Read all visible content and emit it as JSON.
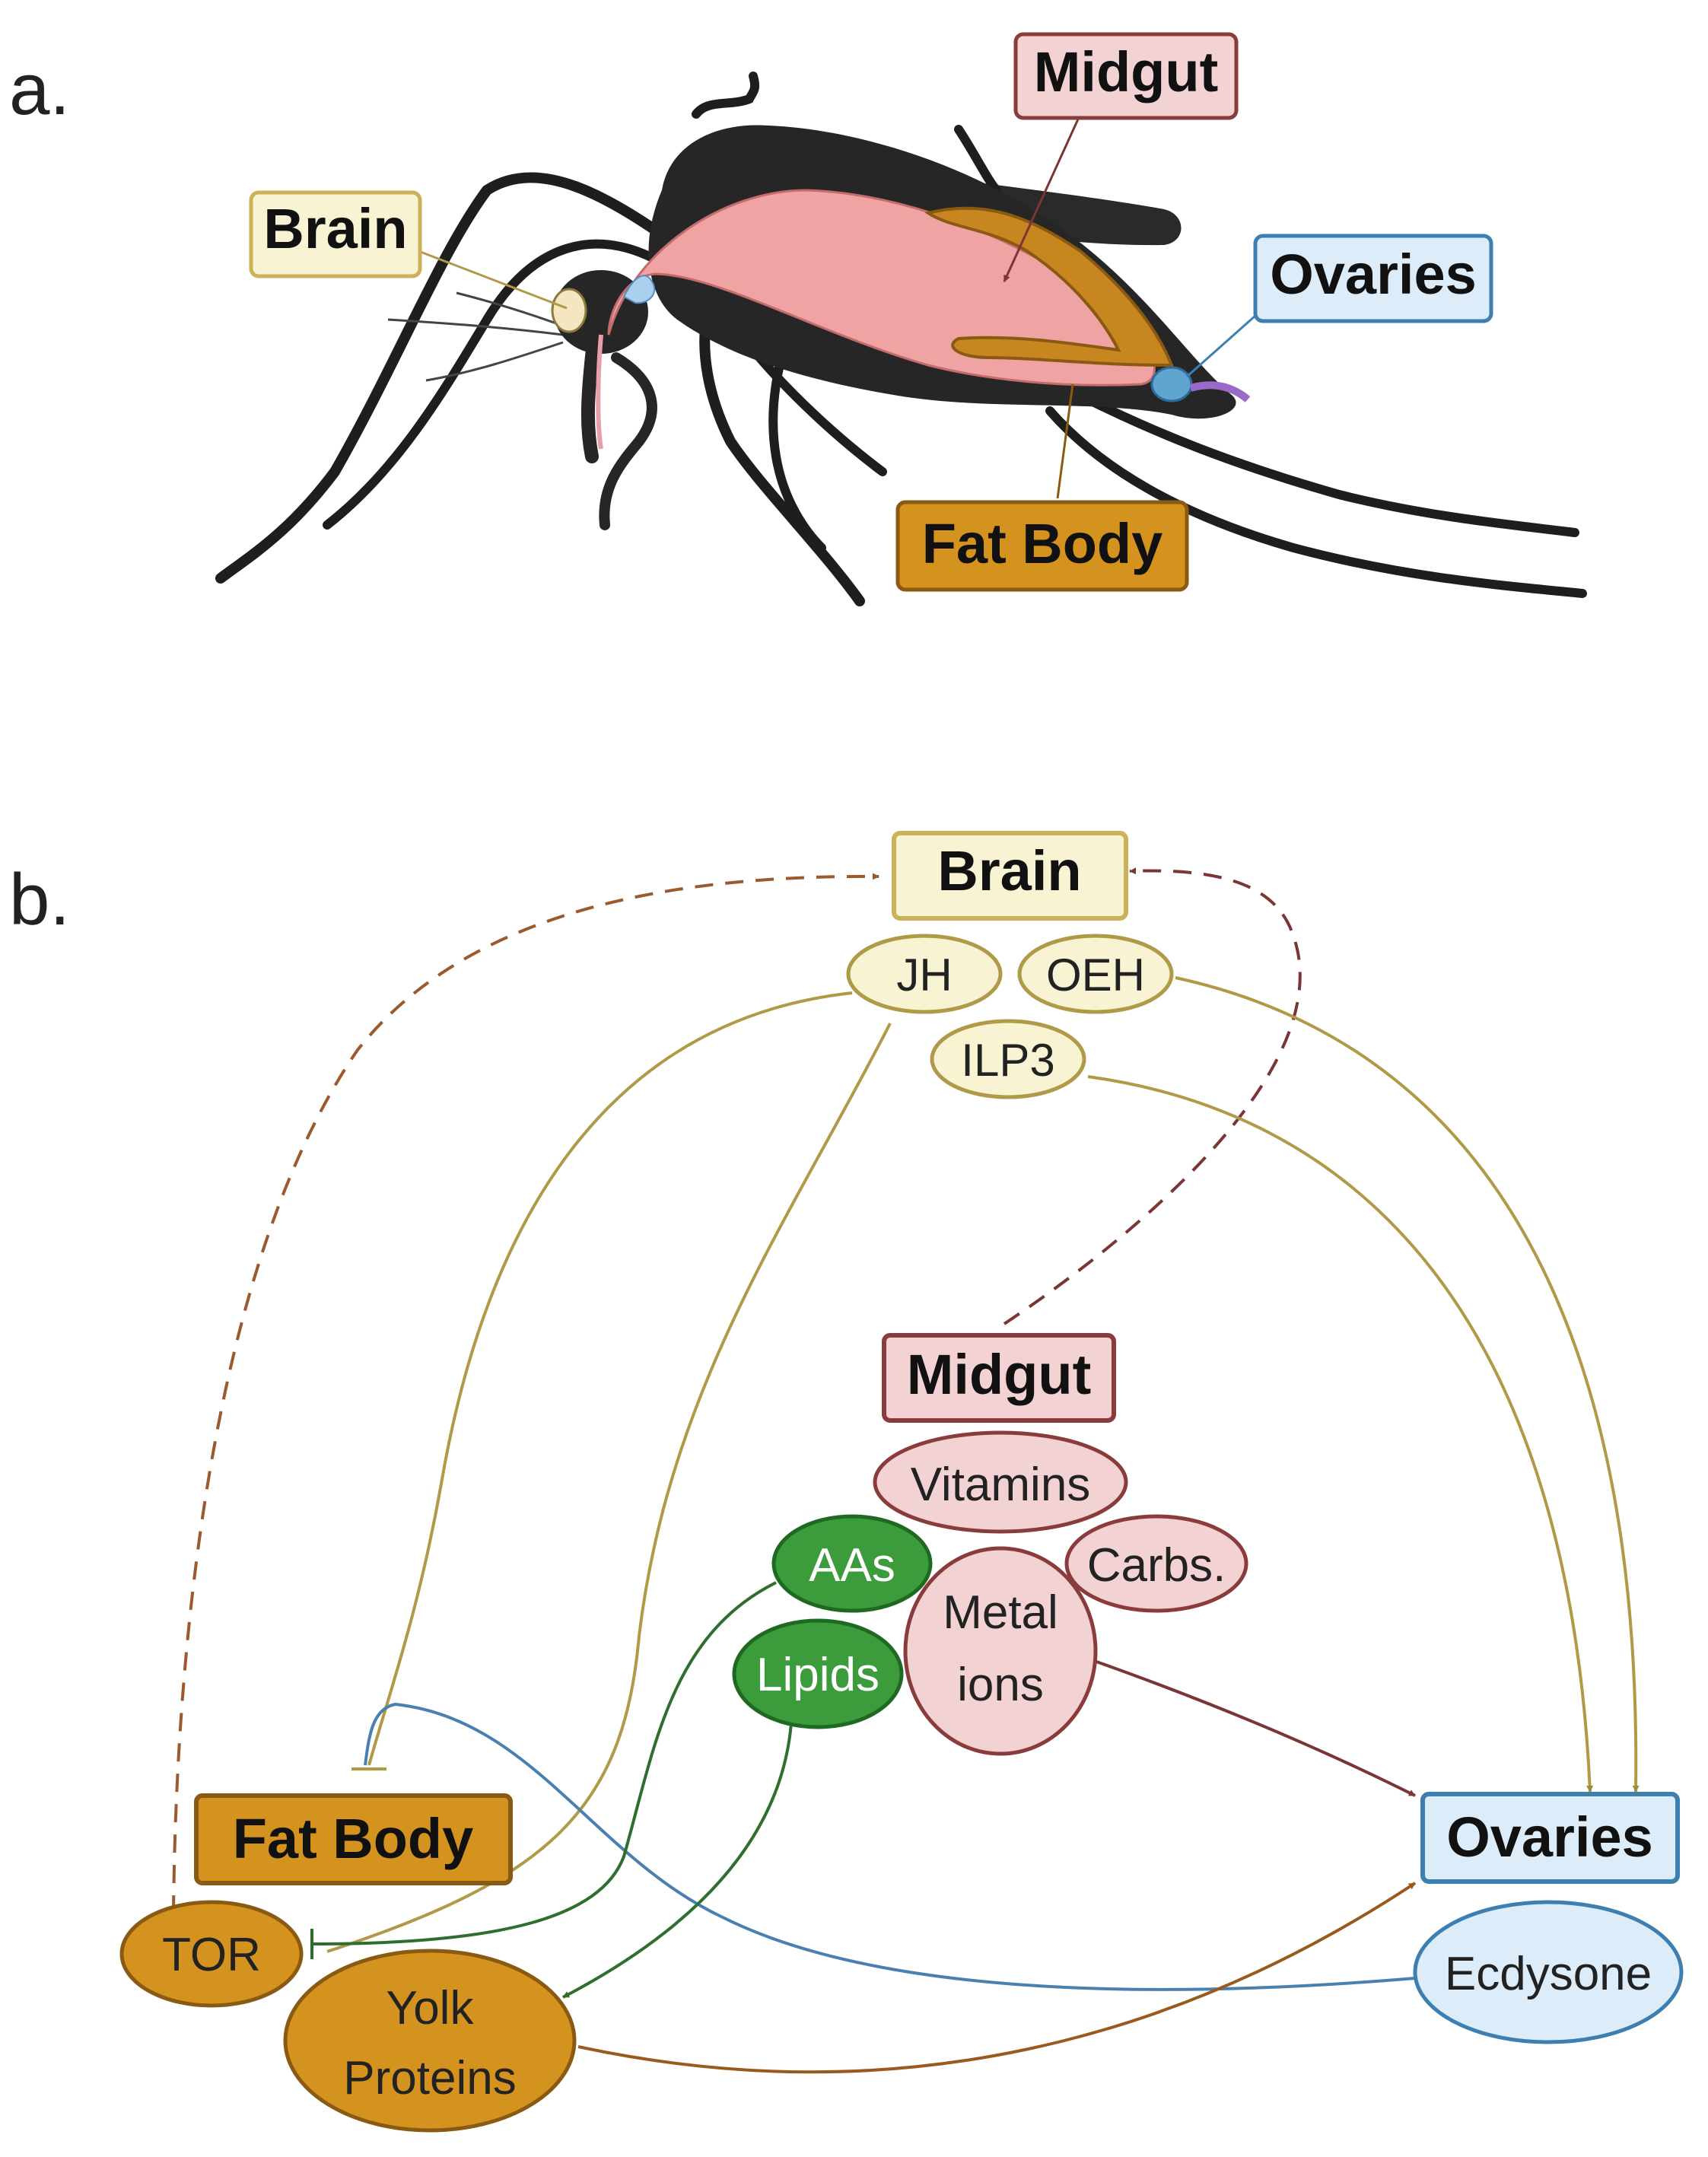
{
  "panel_a": {
    "letter": "a.",
    "labels": {
      "brain": "Brain",
      "midgut": "Midgut",
      "ovaries": "Ovaries",
      "fat_body": "Fat Body"
    }
  },
  "panel_b": {
    "letter": "b.",
    "nodes": {
      "brain": "Brain",
      "jh": "JH",
      "oeh": "OEH",
      "ilp3": "ILP3",
      "midgut": "Midgut",
      "vitamins": "Vitamins",
      "carbs": "Carbs.",
      "aas": "AAs",
      "metal_ions_1": "Metal",
      "metal_ions_2": "ions",
      "lipids": "Lipids",
      "fat_body": "Fat Body",
      "tor": "TOR",
      "yolk_proteins_1": "Yolk",
      "yolk_proteins_2": "Proteins",
      "ovaries": "Ovaries",
      "ecdysone": "Ecdysone"
    }
  },
  "colors": {
    "brain_fill": "#f7f3d3",
    "brain_stroke": "#c9b25a",
    "midgut_fill": "#f2d2d2",
    "midgut_stroke": "#8a3c3c",
    "ovaries_fill": "#dcecf8",
    "ovaries_stroke": "#3d7fb0",
    "fatbody_fill": "#d4931f",
    "fatbody_stroke": "#8a5a12",
    "green_fill": "#3c9c3c",
    "green_stroke": "#1f6a22",
    "brain_line": "#b09a48",
    "midgut_line": "#7a3535",
    "ovary_line": "#4a80b0",
    "green_line": "#2e6f2e",
    "fatbody_line": "#9a5a1e"
  }
}
